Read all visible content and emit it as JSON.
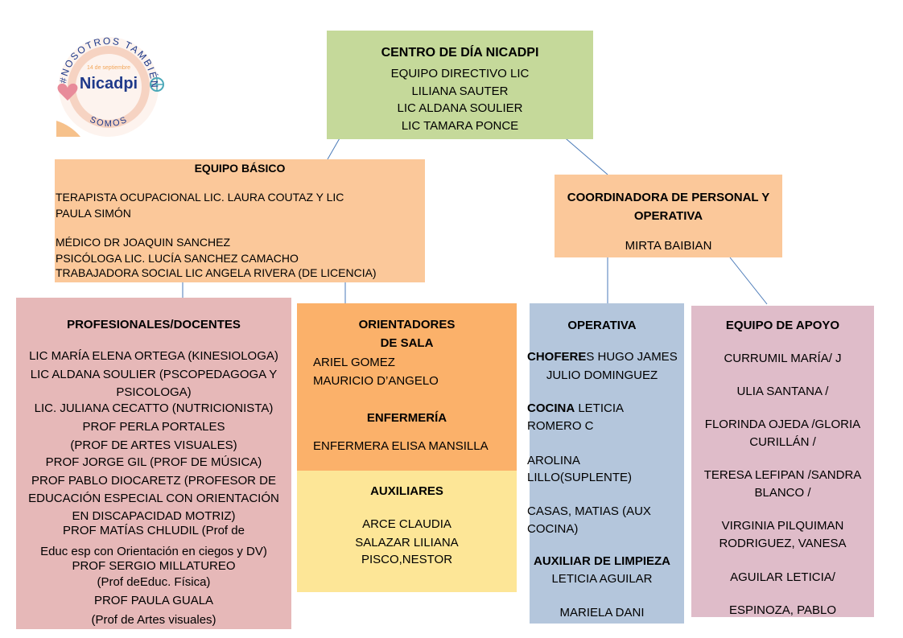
{
  "logo": {
    "name": "Nicadpi",
    "ring_top": "#NOSOTROS TAMBIÉN",
    "ring_bottom": "SOMOS",
    "date": "14 de septiembre",
    "colors": {
      "navy": "#1f3a8a",
      "orange": "#f2a65a",
      "pink": "#e88b9a",
      "teal": "#4aa8b8"
    }
  },
  "top": {
    "title": "CENTRO DE DÍA NICADPI",
    "lines": [
      "EQUIPO DIRECTIVO LIC",
      "LILIANA SAUTER",
      "LIC ALDANA SOULIER",
      "LIC TAMARA PONCE"
    ],
    "color": "#c5d99a"
  },
  "basico": {
    "title": "EQUIPO BÁSICO",
    "lines": [
      "TERAPISTA OCUPACIONAL LIC. LAURA COUTAZ  Y  LIC",
      "PAULA SIMÓN",
      "MÉDICO DR JOAQUIN SANCHEZ",
      "PSICÓLOGA LIC. LUCÍA SANCHEZ CAMACHO",
      "TRABAJADORA SOCIAL LIC ANGELA RIVERA (DE LICENCIA)"
    ],
    "color": "#fbc89a"
  },
  "coordinadora": {
    "title": [
      "COORDINADORA DE PERSONAL Y",
      "OPERATIVA"
    ],
    "name": "MIRTA BAIBIAN",
    "color": "#fbc89a"
  },
  "profesionales": {
    "title": "PROFESIONALES/DOCENTES",
    "lines": [
      "LIC MARÍA ELENA ORTEGA (KINESIOLOGA)",
      "LIC ALDANA SOULIER (PSCOPEDAGOGA Y",
      "PSICOLOGA)",
      "LIC. JULIANA CECATTO (NUTRICIONISTA)",
      "PROF PERLA PORTALES",
      "(PROF DE ARTES VISUALES)",
      "PROF JORGE GIL (PROF DE MÚSICA)",
      "PROF PABLO DIOCARETZ (PROFESOR DE",
      "EDUCACIÓN ESPECIAL CON ORIENTACIÓN",
      "EN DISCAPACIDAD MOTRIZ)",
      "PROF MATÍAS CHLUDIL (Prof de",
      "Educ esp con Orientación en ciegos y DV)",
      "PROF SERGIO MILLATUREO",
      "(Prof deEduc. Física)",
      "PROF PAULA GUALA",
      "(Prof de Artes visuales)"
    ],
    "color": "#e6b8b8"
  },
  "orientadores": {
    "title": [
      "ORIENTADORES",
      "DE SALA"
    ],
    "names": [
      "ARIEL GOMEZ",
      "MAURICIO D’ANGELO"
    ],
    "enfermeria_title": "ENFERMERÍA",
    "enfermeria_name": "ENFERMERA ELISA MANSILLA",
    "color": "#fbb16a"
  },
  "auxiliares": {
    "title": "AUXILIARES",
    "names": [
      "ARCE CLAUDIA",
      "SALAZAR LILIANA",
      "PISCO,NESTOR"
    ],
    "color": "#fde697"
  },
  "operativa": {
    "title": "OPERATIVA",
    "choferes_bold": "CHOFERE",
    "choferes_rest": "S HUGO JAMES",
    "choferes_line2": "JULIO DOMINGUEZ",
    "cocina_bold": "COCINA",
    "cocina_rest": " LETICIA",
    "cocina_line2": "ROMERO C",
    "arolina": [
      "AROLINA",
      "LILLO(SUPLENTE)"
    ],
    "casas": [
      "CASAS, MATIAS (AUX",
      "COCINA)"
    ],
    "limpieza_title": "AUXILIAR DE LIMPIEZA",
    "limpieza_names": [
      "LETICIA AGUILAR",
      "MARIELA DANI"
    ],
    "color": "#b4c6dc"
  },
  "apoyo": {
    "title": "EQUIPO DE APOYO",
    "lines": [
      "CURRUMIL MARÍA/ J",
      "ULIA SANTANA /",
      "FLORINDA OJEDA /GLORIA",
      "CURILLÁN /",
      "TERESA LEFIPAN /SANDRA",
      "BLANCO /",
      "VIRGINIA PILQUIMAN",
      "RODRIGUEZ, VANESA",
      "AGUILAR LETICIA/",
      "ESPINOZA, PABLO"
    ],
    "color": "#dfbcc9"
  },
  "connector_color": "#4a7ab8"
}
